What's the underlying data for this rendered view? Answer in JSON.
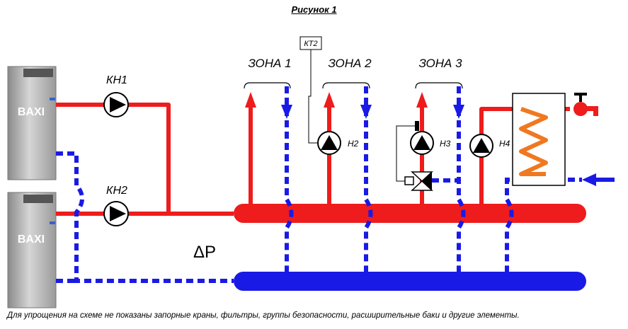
{
  "title": "Рисунок 1",
  "caption": "Для упрощения на схеме не показаны запорные краны, фильтры, группы безопасности, расширительные баки и другие элементы.",
  "boilers": [
    {
      "brand": "BAXI"
    },
    {
      "brand": "BAXI"
    }
  ],
  "pumps": {
    "kn1": "КН1",
    "kn2": "КН2",
    "n2": "Н2",
    "n3": "Н3",
    "n4": "Н4"
  },
  "zones": {
    "zone1": "ЗОНА 1",
    "zone2": "ЗОНА 2",
    "zone3": "ЗОНА 3"
  },
  "sensor": "КТ2",
  "delta_p": "ΔP",
  "colors": {
    "supply": "#ee1c1c",
    "return": "#1a1ae6",
    "coil": "#f07820"
  }
}
